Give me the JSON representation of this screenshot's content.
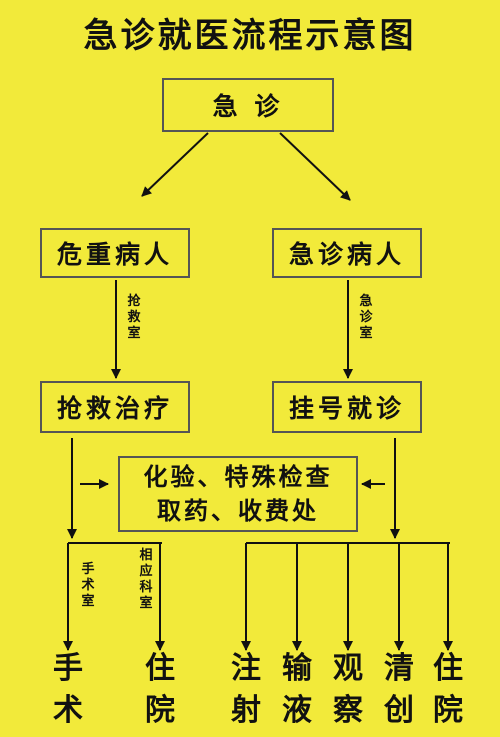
{
  "title": "急诊就医流程示意图",
  "nodes": {
    "emergency": "急 诊",
    "critical": "危重病人",
    "emergency_patient": "急诊病人",
    "rescue": "抢救治疗",
    "register": "挂号就诊",
    "lab_line1": "化验、特殊检查",
    "lab_line2": "取药、收费处"
  },
  "edge_labels": {
    "rescue_room": "抢救室",
    "emergency_room": "急诊室",
    "operating_room": "手术室",
    "dept_room": "相应科室"
  },
  "outcomes": [
    {
      "line1": "手",
      "line2": "术"
    },
    {
      "line1": "住",
      "line2": "院"
    },
    {
      "line1": "注",
      "line2": "射"
    },
    {
      "line1": "输",
      "line2": "液"
    },
    {
      "line1": "观",
      "line2": "察"
    },
    {
      "line1": "清",
      "line2": "创"
    },
    {
      "line1": "住",
      "line2": "院"
    }
  ]
}
